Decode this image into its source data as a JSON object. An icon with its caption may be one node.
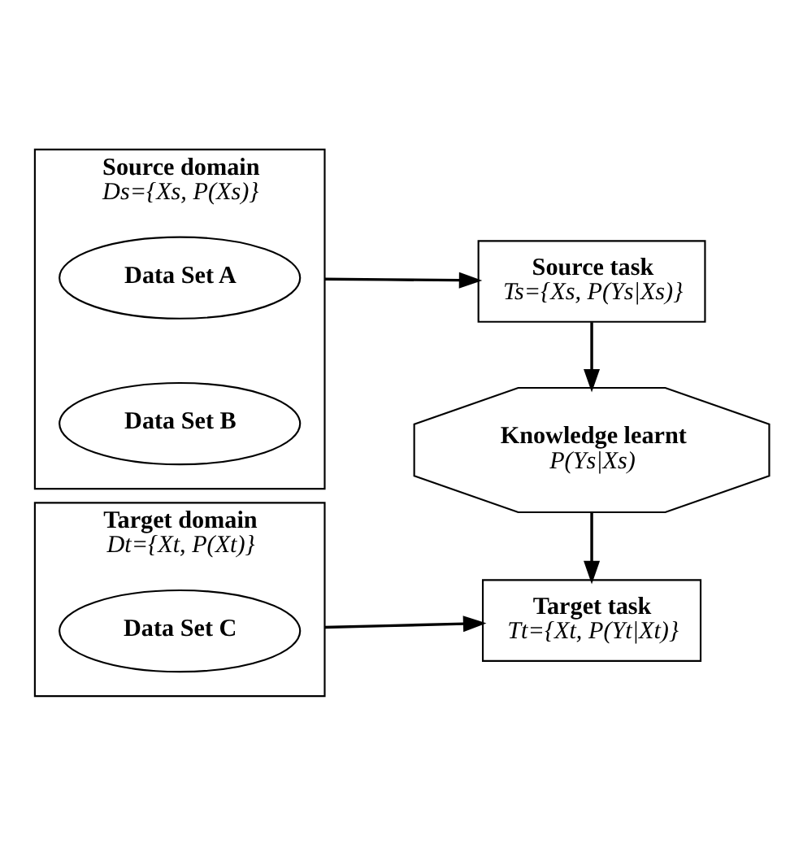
{
  "diagram": {
    "nodes": [
      {
        "text": [
          "Source domain",
          "Ds={Xs, P(Xs)}"
        ]
      },
      {
        "text": [
          "Data Set A"
        ],
        "in": 0
      },
      {
        "text": [
          "Data Set B"
        ],
        "in": 0
      },
      {
        "text": [
          "Source task",
          "Ts={Xs, P(Ys|Xs)}"
        ]
      },
      {
        "text": [
          "Knowledge learnt",
          "P(Ys|Xs)"
        ]
      },
      {
        "text": [
          "Target domain",
          "Dt={Xt, P(Xt)}"
        ]
      },
      {
        "text": [
          "Data Set C"
        ],
        "in": 5
      },
      {
        "text": [
          "Target task",
          "Tt={Xt, P(Yt|Xt)}"
        ]
      }
    ],
    "edges": [
      {
        "from": 0,
        "to": 3,
        "arrow": "to"
      },
      {
        "from": 3,
        "to": 4,
        "arrow": "to"
      },
      {
        "from": 4,
        "to": 7,
        "arrow": "to"
      },
      {
        "from": 5,
        "to": 7,
        "arrow": "to"
      }
    ]
  }
}
